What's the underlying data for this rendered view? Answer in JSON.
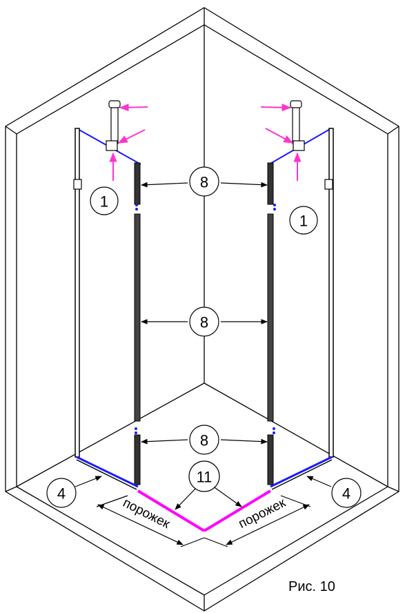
{
  "figure": {
    "caption": "Рис. 10"
  },
  "callouts": {
    "hinge_left": "1",
    "hinge_right": "1",
    "seal_top": "8",
    "seal_middle": "8",
    "seal_bottom": "8",
    "profile_left": "4",
    "profile_right": "4",
    "threshold": "11"
  },
  "threshold_labels": {
    "left": "порожек",
    "right": "порожек"
  },
  "colors": {
    "line": "#000000",
    "glass_edge": "#1a1aff",
    "threshold": "#ff00ff",
    "force_arrow": "#ff33cc",
    "background": "#ffffff"
  }
}
